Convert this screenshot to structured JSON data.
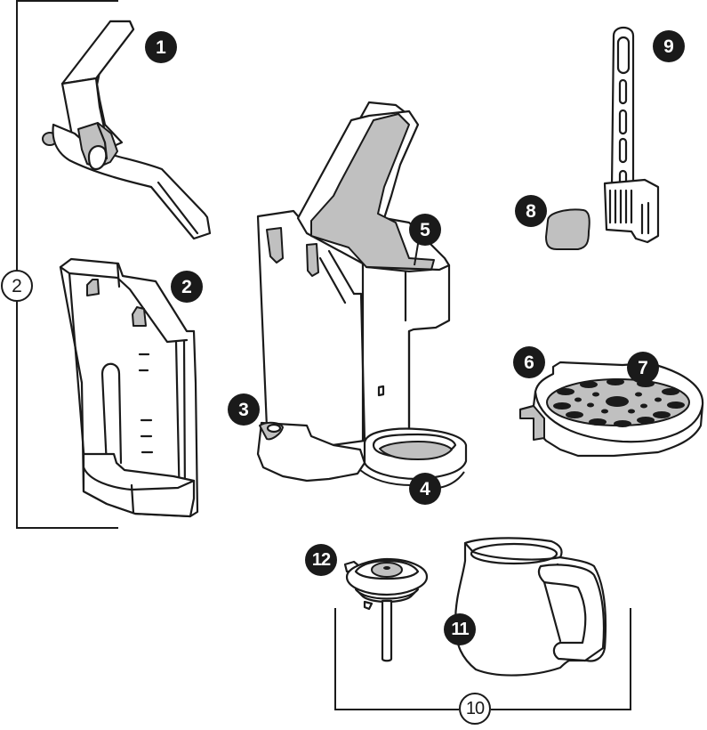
{
  "diagram": {
    "type": "exploded-parts-diagram",
    "subject": "single-serve coffee maker parts",
    "colors": {
      "line": "#1a1a1a",
      "fill_gray": "#c0c0c0",
      "background": "#ffffff",
      "callout_fill": "#1a1a1a",
      "callout_text": "#ffffff"
    }
  },
  "callouts": [
    {
      "id": "1",
      "label": "1",
      "style": "filled",
      "part": "lid-lever"
    },
    {
      "id": "2",
      "label": "2",
      "style": "filled",
      "part": "water-reservoir"
    },
    {
      "id": "3",
      "label": "3",
      "style": "filled",
      "part": "base-peg"
    },
    {
      "id": "4",
      "label": "4",
      "style": "filled",
      "part": "drip-tray-ring"
    },
    {
      "id": "5",
      "label": "5",
      "style": "filled",
      "part": "brew-basket-holder"
    },
    {
      "id": "6",
      "label": "6",
      "style": "filled",
      "part": "drip-tray"
    },
    {
      "id": "7",
      "label": "7",
      "style": "filled",
      "part": "drip-grate"
    },
    {
      "id": "8",
      "label": "8",
      "style": "filled",
      "part": "filter-pad"
    },
    {
      "id": "9",
      "label": "9",
      "style": "filled",
      "part": "cleaning-tool"
    },
    {
      "id": "10",
      "label": "10",
      "style": "outline",
      "part": "carafe-assembly-group"
    },
    {
      "id": "11",
      "label": "11",
      "style": "filled",
      "part": "carafe"
    },
    {
      "id": "12",
      "label": "12",
      "style": "filled",
      "part": "carafe-lid"
    }
  ],
  "groups": [
    {
      "id": "group-2",
      "label": "2",
      "style": "outline",
      "members": [
        "1",
        "2"
      ]
    },
    {
      "id": "group-10",
      "label": "10",
      "style": "outline",
      "members": [
        "11",
        "12"
      ]
    }
  ]
}
